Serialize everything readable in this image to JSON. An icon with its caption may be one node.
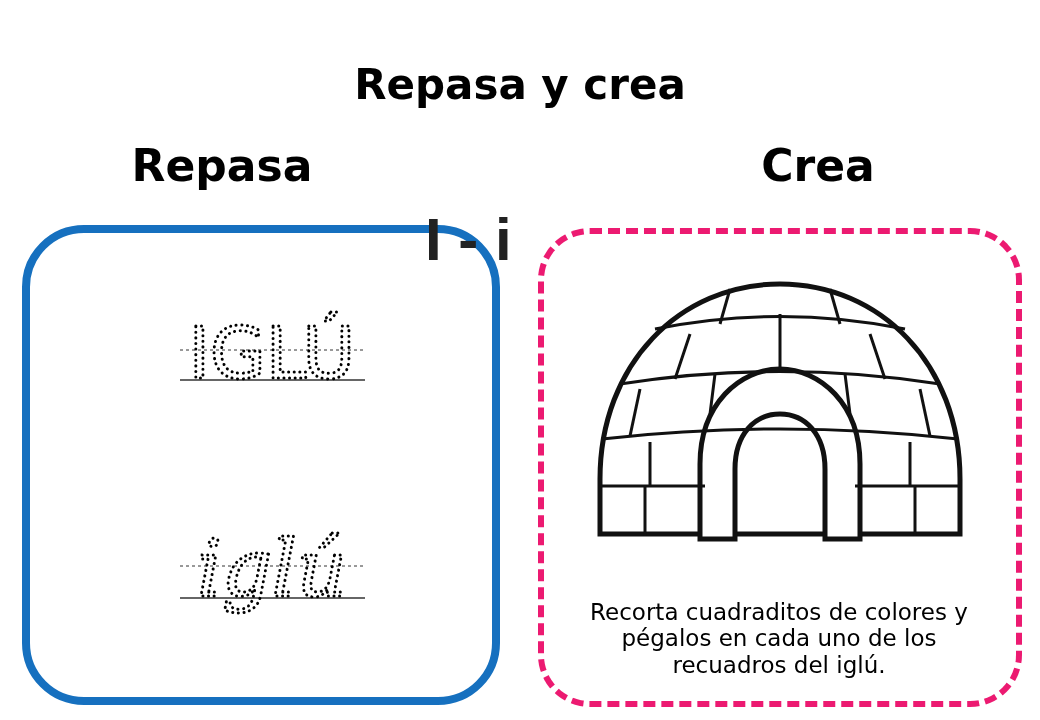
{
  "diagram": {
    "title": "Repasa y crea",
    "nodes": [
      {
        "text": [
          "Repasa",
          "IGLÚ",
          "iglú"
        ]
      },
      {
        "text": [
          "Crea",
          "Recorta cuadraditos de colores y pégalos en cada uno de los recuadros del iglú."
        ]
      }
    ],
    "labels": [
      "I - i"
    ]
  }
}
